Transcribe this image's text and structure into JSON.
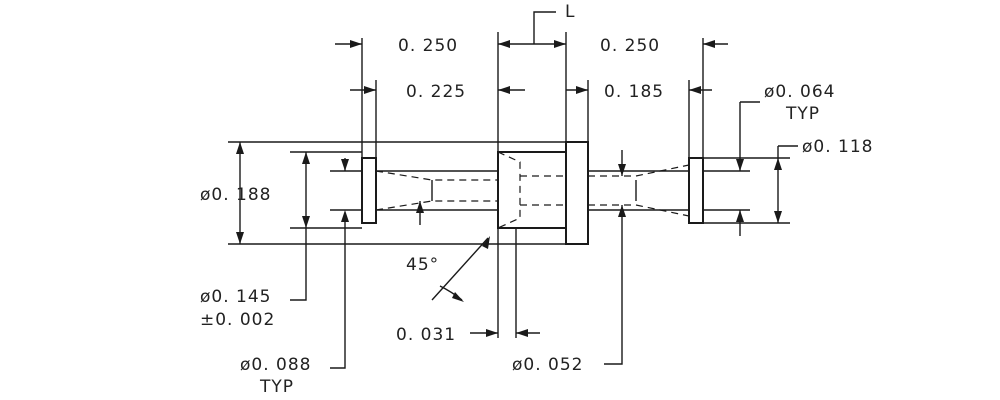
{
  "labels": {
    "top_left_dim": "0. 250",
    "top_right_dim": "0. 250",
    "section_marker": "L",
    "mid_left_dim": "0. 225",
    "mid_right_dim": "0. 185",
    "dia_064": "ø0. 064",
    "dia_064_note": "TYP",
    "dia_118": "ø0. 118",
    "dia_188": "ø0. 188",
    "angle": "45°",
    "dia_145": "ø0. 145",
    "dia_145_tol": "±0. 002",
    "chamfer": "0. 031",
    "dia_052": "ø0. 052",
    "dia_088": "ø0. 088",
    "dia_088_note": "TYP"
  }
}
